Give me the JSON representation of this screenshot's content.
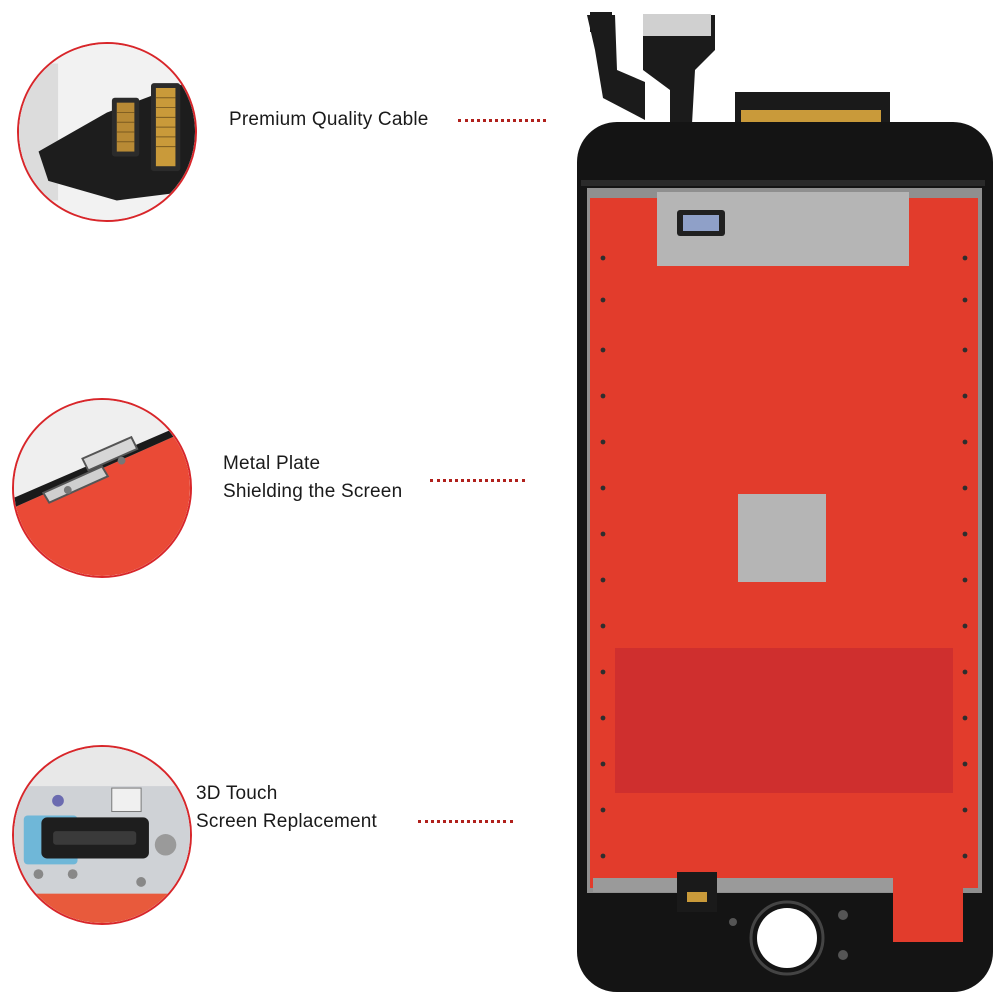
{
  "callouts": {
    "cable": {
      "label": "Premium Quality Cable"
    },
    "plate": {
      "line1": "Metal Plate",
      "line2": "Shielding the Screen"
    },
    "touch": {
      "line1": "3D Touch",
      "line2": "Screen Replacement"
    }
  },
  "colors": {
    "accent_red": "#d8262a",
    "panel_red": "#e23c2c",
    "frame_black": "#141414",
    "shield_gray": "#b5b5b5",
    "flex_gold": "#c99a3a",
    "dotted_line": "#b0201c"
  },
  "icons": {
    "cable": "flex-cable-connector-icon",
    "plate": "metal-shield-plate-icon",
    "touch": "earpiece-bracket-icon"
  }
}
